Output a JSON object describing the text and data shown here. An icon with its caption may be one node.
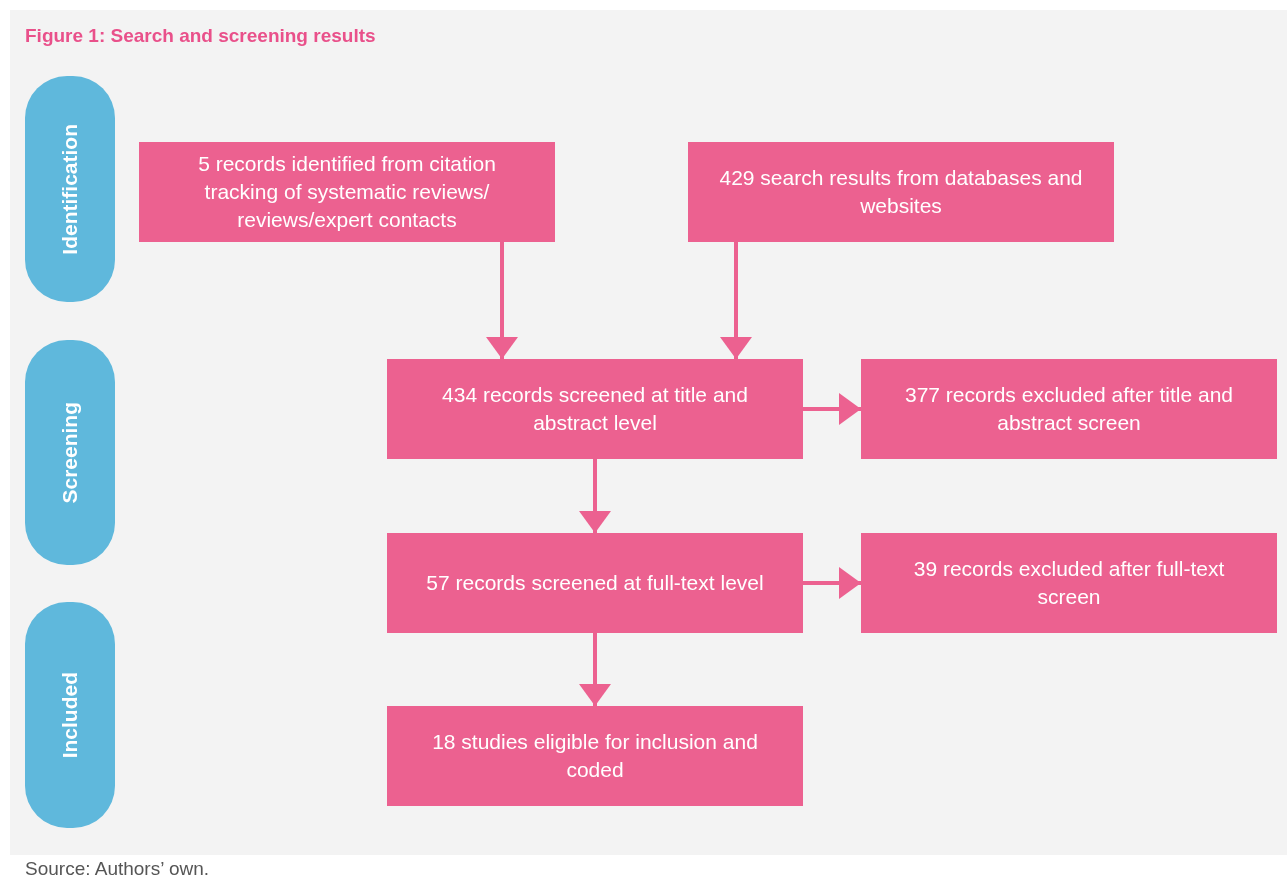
{
  "diagram": {
    "title": "Figure 1: Search and screening results",
    "caption": "Source: Authors’ own.",
    "nodes": [
      {
        "text": [
          "Identification"
        ]
      },
      {
        "text": [
          "Screening"
        ]
      },
      {
        "text": [
          "Included"
        ]
      },
      {
        "text": [
          "5 records identified from citation tracking of systematic reviews/ reviews/expert contacts"
        ]
      },
      {
        "text": [
          "429 search results from databases and websites"
        ]
      },
      {
        "text": [
          "434 records screened at title and abstract level"
        ]
      },
      {
        "text": [
          "377 records excluded after title and abstract screen"
        ]
      },
      {
        "text": [
          "57 records screened at full-text level"
        ]
      },
      {
        "text": [
          "39 records excluded after full-text screen"
        ]
      },
      {
        "text": [
          "18 studies eligible for inclusion and coded"
        ]
      }
    ],
    "edges": [
      {
        "from": 3,
        "to": 5,
        "arrow": "to"
      },
      {
        "from": 4,
        "to": 5,
        "arrow": "to"
      },
      {
        "from": 5,
        "to": 6,
        "arrow": "to"
      },
      {
        "from": 5,
        "to": 7,
        "arrow": "to"
      },
      {
        "from": 7,
        "to": 8,
        "arrow": "to"
      },
      {
        "from": 7,
        "to": 9,
        "arrow": "to"
      }
    ]
  }
}
